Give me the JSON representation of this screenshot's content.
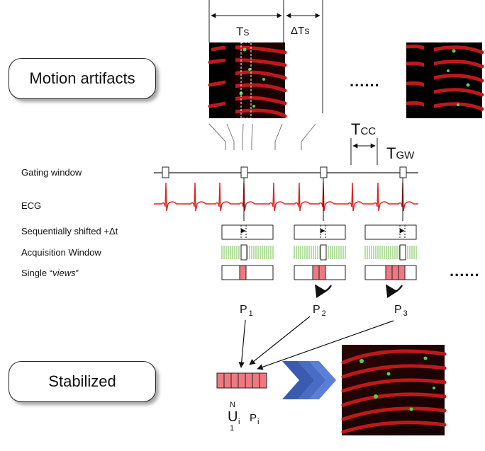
{
  "boxes": {
    "motion": "Motion artifacts",
    "stabilized": "Stabilized"
  },
  "rows": {
    "gating": "Gating window",
    "ecg": "ECG",
    "shifted": "Sequentially shifted +Δt",
    "acquisition": "Acquisition Window",
    "views_prefix": "Single “",
    "views_italic": "views",
    "views_suffix": "”"
  },
  "symbols": {
    "ts": "T",
    "ts_sub": "S",
    "dts": "ΔT",
    "dts_sub": "S",
    "tcc": "T",
    "tcc_sub": "CC",
    "tgw": "T",
    "tgw_sub": "GW",
    "p": "P",
    "p1_sub": "1",
    "p2_sub": "2",
    "p3_sub": "3",
    "union": "U",
    "union_sup": "N",
    "union_sub": "1",
    "union_i": "i",
    "pi": "P",
    "pi_sub": "i",
    "ellipsis": "......"
  },
  "colors": {
    "ecg": "#e02020",
    "view_fill": "#f07880",
    "acq_green": "#6cc04a",
    "chevron": "#3a5bb0"
  }
}
